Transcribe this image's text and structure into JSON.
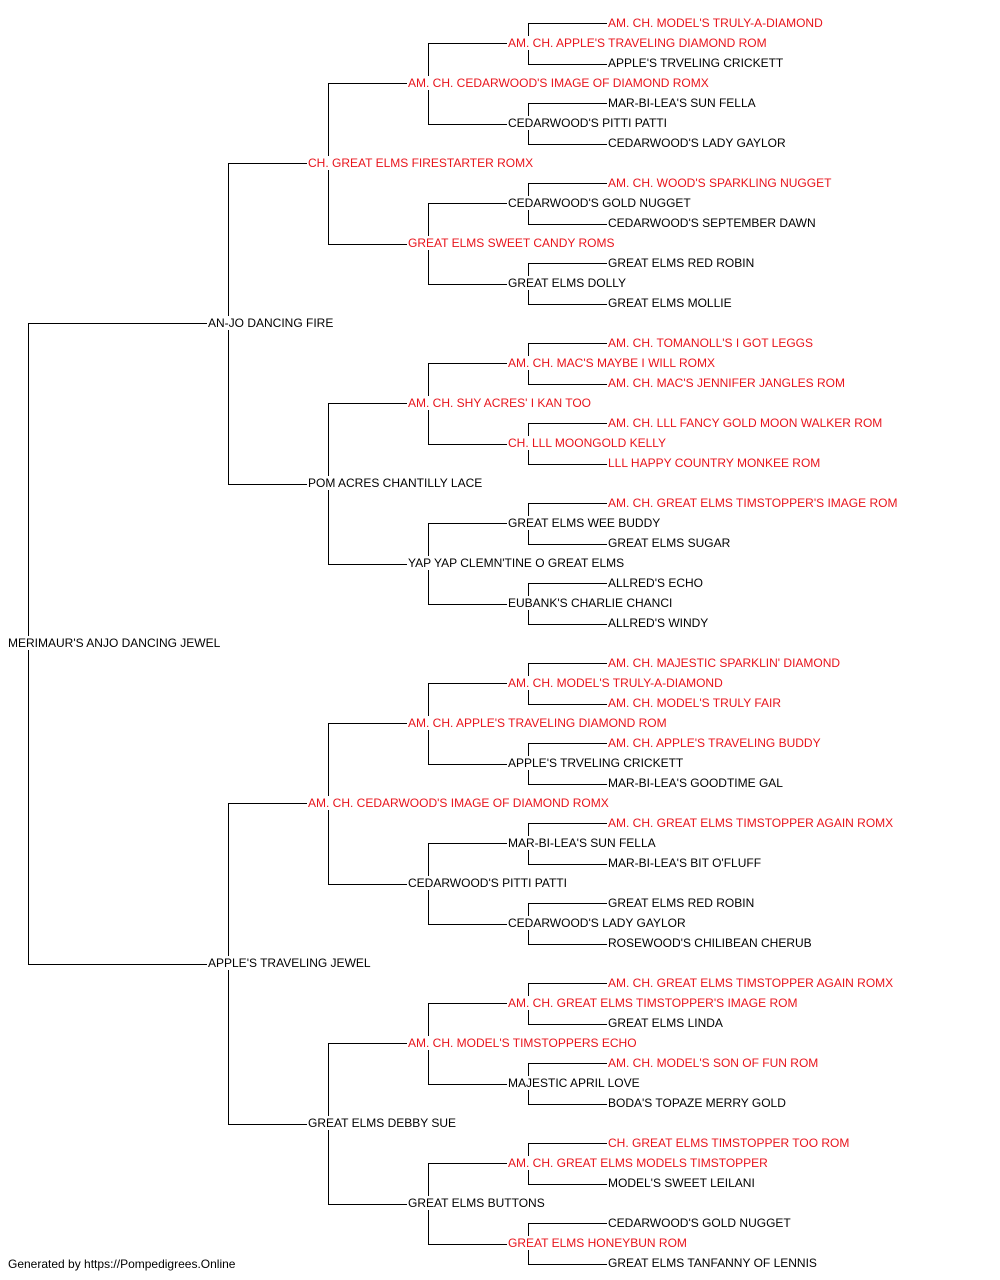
{
  "colors": {
    "champion": "#e8141c",
    "normal": "#000000",
    "line": "#000000"
  },
  "footer": "Generated by https://Pompedigrees.Online",
  "pedigree": {
    "name": "MERIMAUR'S ANJO DANCING JEWEL",
    "champion": false,
    "sire": {
      "name": "AN-JO DANCING FIRE",
      "champion": false,
      "sire": {
        "name": "CH. GREAT ELMS FIRESTARTER ROMX",
        "champion": true,
        "sire": {
          "name": "AM. CH. CEDARWOOD'S IMAGE OF DIAMOND ROMX",
          "champion": true,
          "sire": {
            "name": "AM. CH. APPLE'S TRAVELING DIAMOND ROM",
            "champion": true,
            "sire": {
              "name": "AM. CH. MODEL'S TRULY-A-DIAMOND",
              "champion": true
            },
            "dam": {
              "name": "APPLE'S TRVELING CRICKETT",
              "champion": false
            }
          },
          "dam": {
            "name": "CEDARWOOD'S PITTI PATTI",
            "champion": false,
            "sire": {
              "name": "MAR-BI-LEA'S SUN FELLA",
              "champion": false
            },
            "dam": {
              "name": "CEDARWOOD'S LADY GAYLOR",
              "champion": false
            }
          }
        },
        "dam": {
          "name": "GREAT ELMS SWEET CANDY ROMS",
          "champion": true,
          "sire": {
            "name": "CEDARWOOD'S GOLD NUGGET",
            "champion": false,
            "sire": {
              "name": "AM. CH. WOOD'S SPARKLING NUGGET",
              "champion": true
            },
            "dam": {
              "name": "CEDARWOOD'S SEPTEMBER DAWN",
              "champion": false
            }
          },
          "dam": {
            "name": "GREAT ELMS DOLLY",
            "champion": false,
            "sire": {
              "name": "GREAT ELMS RED ROBIN",
              "champion": false
            },
            "dam": {
              "name": "GREAT ELMS MOLLIE",
              "champion": false
            }
          }
        }
      },
      "dam": {
        "name": "POM ACRES CHANTILLY LACE",
        "champion": false,
        "sire": {
          "name": "AM. CH. SHY ACRES' I KAN TOO",
          "champion": true,
          "sire": {
            "name": "AM. CH. MAC'S MAYBE I WILL ROMX",
            "champion": true,
            "sire": {
              "name": "AM. CH. TOMANOLL'S I GOT LEGGS",
              "champion": true
            },
            "dam": {
              "name": "AM. CH. MAC'S JENNIFER JANGLES ROM",
              "champion": true
            }
          },
          "dam": {
            "name": "CH. LLL MOONGOLD KELLY",
            "champion": true,
            "sire": {
              "name": "AM. CH. LLL FANCY GOLD MOON WALKER ROM",
              "champion": true
            },
            "dam": {
              "name": "LLL HAPPY COUNTRY MONKEE ROM",
              "champion": true
            }
          }
        },
        "dam": {
          "name": "YAP YAP CLEMN'TINE O GREAT ELMS",
          "champion": false,
          "sire": {
            "name": "GREAT ELMS WEE BUDDY",
            "champion": false,
            "sire": {
              "name": "AM. CH. GREAT ELMS TIMSTOPPER'S IMAGE ROM",
              "champion": true
            },
            "dam": {
              "name": "GREAT ELMS SUGAR",
              "champion": false
            }
          },
          "dam": {
            "name": "EUBANK'S CHARLIE CHANCI",
            "champion": false,
            "sire": {
              "name": "ALLRED'S ECHO",
              "champion": false
            },
            "dam": {
              "name": "ALLRED'S WINDY",
              "champion": false
            }
          }
        }
      }
    },
    "dam": {
      "name": "APPLE'S TRAVELING JEWEL",
      "champion": false,
      "sire": {
        "name": "AM. CH. CEDARWOOD'S IMAGE OF DIAMOND ROMX",
        "champion": true,
        "sire": {
          "name": "AM. CH. APPLE'S TRAVELING DIAMOND ROM",
          "champion": true,
          "sire": {
            "name": "AM. CH. MODEL'S TRULY-A-DIAMOND",
            "champion": true,
            "sire": {
              "name": "AM. CH. MAJESTIC SPARKLIN' DIAMOND",
              "champion": true
            },
            "dam": {
              "name": "AM. CH. MODEL'S TRULY FAIR",
              "champion": true
            }
          },
          "dam": {
            "name": "APPLE'S TRVELING CRICKETT",
            "champion": false,
            "sire": {
              "name": "AM. CH. APPLE'S TRAVELING BUDDY",
              "champion": true
            },
            "dam": {
              "name": "MAR-BI-LEA'S GOODTIME GAL",
              "champion": false
            }
          }
        },
        "dam": {
          "name": "CEDARWOOD'S PITTI PATTI",
          "champion": false,
          "sire": {
            "name": "MAR-BI-LEA'S SUN FELLA",
            "champion": false,
            "sire": {
              "name": "AM. CH. GREAT ELMS TIMSTOPPER AGAIN ROMX",
              "champion": true
            },
            "dam": {
              "name": "MAR-BI-LEA'S BIT O'FLUFF",
              "champion": false
            }
          },
          "dam": {
            "name": "CEDARWOOD'S LADY GAYLOR",
            "champion": false,
            "sire": {
              "name": "GREAT ELMS RED ROBIN",
              "champion": false
            },
            "dam": {
              "name": "ROSEWOOD'S CHILIBEAN CHERUB",
              "champion": false
            }
          }
        }
      },
      "dam": {
        "name": "GREAT ELMS DEBBY SUE",
        "champion": false,
        "sire": {
          "name": "AM. CH. MODEL'S TIMSTOPPERS ECHO",
          "champion": true,
          "sire": {
            "name": "AM. CH. GREAT ELMS TIMSTOPPER'S IMAGE ROM",
            "champion": true,
            "sire": {
              "name": "AM. CH. GREAT ELMS TIMSTOPPER AGAIN ROMX",
              "champion": true
            },
            "dam": {
              "name": "GREAT ELMS LINDA",
              "champion": false
            }
          },
          "dam": {
            "name": "MAJESTIC APRIL LOVE",
            "champion": false,
            "sire": {
              "name": "AM. CH. MODEL'S SON OF FUN ROM",
              "champion": true
            },
            "dam": {
              "name": "BODA'S TOPAZE MERRY GOLD",
              "champion": false
            }
          }
        },
        "dam": {
          "name": "GREAT ELMS BUTTONS",
          "champion": false,
          "sire": {
            "name": "AM. CH. GREAT ELMS MODELS TIMSTOPPER",
            "champion": true,
            "sire": {
              "name": "CH. GREAT ELMS TIMSTOPPER TOO ROM",
              "champion": true
            },
            "dam": {
              "name": "MODEL'S SWEET LEILANI",
              "champion": false
            }
          },
          "dam": {
            "name": "GREAT ELMS HONEYBUN ROM",
            "champion": true,
            "sire": {
              "name": "CEDARWOOD'S GOLD NUGGET",
              "champion": false
            },
            "dam": {
              "name": "GREAT ELMS TANFANNY OF LENNIS",
              "champion": false
            }
          }
        }
      }
    }
  }
}
